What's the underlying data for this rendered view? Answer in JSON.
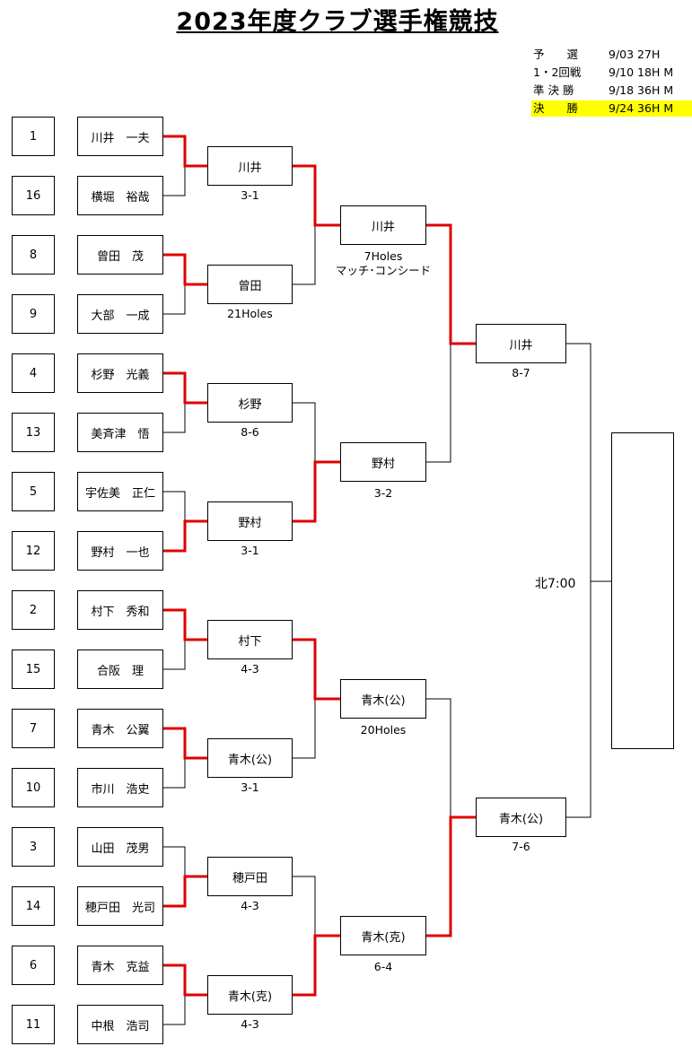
{
  "title": "2023年度クラブ選手権競技",
  "schedule": [
    {
      "round": "予　　選",
      "date": "9/03 27H",
      "highlight": false
    },
    {
      "round": "1・2回戦",
      "date": "9/10 18H  M",
      "highlight": false
    },
    {
      "round": "準 決 勝",
      "date": "9/18 36H  M",
      "highlight": false
    },
    {
      "round": "決　　勝",
      "date": "9/24 36H  M",
      "highlight": true
    }
  ],
  "players": [
    {
      "seed": "1",
      "name": "川井　一夫"
    },
    {
      "seed": "16",
      "name": "横堀　裕哉"
    },
    {
      "seed": "8",
      "name": "曾田　茂"
    },
    {
      "seed": "9",
      "name": "大部　一成"
    },
    {
      "seed": "4",
      "name": "杉野　光義"
    },
    {
      "seed": "13",
      "name": "美斉津　悟"
    },
    {
      "seed": "5",
      "name": "宇佐美　正仁"
    },
    {
      "seed": "12",
      "name": "野村　一也"
    },
    {
      "seed": "2",
      "name": "村下　秀和"
    },
    {
      "seed": "15",
      "name": "合阪　理"
    },
    {
      "seed": "7",
      "name": "青木　公翼"
    },
    {
      "seed": "10",
      "name": "市川　浩史"
    },
    {
      "seed": "3",
      "name": "山田　茂男"
    },
    {
      "seed": "14",
      "name": "穂戸田　光司"
    },
    {
      "seed": "6",
      "name": "青木　克益"
    },
    {
      "seed": "11",
      "name": "中根　浩司"
    }
  ],
  "round1": [
    {
      "winner": "川井",
      "score": "3-1"
    },
    {
      "winner": "曾田",
      "score": "21Holes"
    },
    {
      "winner": "杉野",
      "score": "8-6"
    },
    {
      "winner": "野村",
      "score": "3-1"
    },
    {
      "winner": "村下",
      "score": "4-3"
    },
    {
      "winner": "青木(公)",
      "score": "3-1"
    },
    {
      "winner": "穂戸田",
      "score": "4-3"
    },
    {
      "winner": "青木(克)",
      "score": "4-3"
    }
  ],
  "round2": [
    {
      "winner": "川井",
      "score": "7Holes",
      "note": "マッチ･コンシード"
    },
    {
      "winner": "野村",
      "score": "3-2",
      "note": ""
    },
    {
      "winner": "青木(公)",
      "score": "20Holes",
      "note": ""
    },
    {
      "winner": "青木(克)",
      "score": "6-4",
      "note": ""
    }
  ],
  "semifinal": [
    {
      "winner": "川井",
      "score": "8-7"
    },
    {
      "winner": "青木(公)",
      "score": "7-6"
    }
  ],
  "final": {
    "time": "北7:00",
    "winner": ""
  },
  "colors": {
    "win_line": "#e00000",
    "line": "#000000",
    "highlight": "#ffff00"
  }
}
